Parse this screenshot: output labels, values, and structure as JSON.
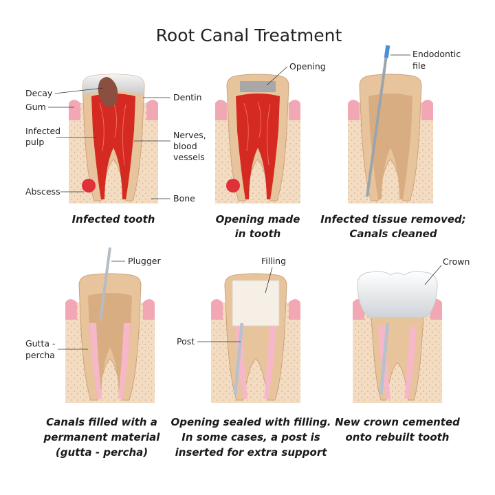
{
  "title": "Root Canal Treatment",
  "labels": {
    "decay": "Decay",
    "gum": "Gum",
    "infected_pulp": [
      "Infected",
      "pulp"
    ],
    "abscess": "Abscess",
    "dentin": "Dentin",
    "nerves": [
      "Nerves,",
      "blood",
      "vessels"
    ],
    "bone": "Bone",
    "opening": "Opening",
    "endodontic_file": [
      "Endodontic",
      "file"
    ],
    "plugger": "Plugger",
    "gutta_percha": [
      "Gutta -",
      "percha"
    ],
    "filling": "Filling",
    "post": "Post",
    "crown": "Crown"
  },
  "steps": [
    {
      "caption": [
        "Infected tooth"
      ]
    },
    {
      "caption": [
        "Opening made",
        "in tooth"
      ]
    },
    {
      "caption": [
        "Infected tissue removed;",
        "Canals cleaned"
      ]
    },
    {
      "caption": [
        "Canals filled with a",
        "permanent material",
        "(gutta - percha)"
      ]
    },
    {
      "caption": [
        "Opening sealed with filling.",
        "In some cases, a post is",
        "inserted for extra support"
      ]
    },
    {
      "caption": [
        "New crown cemented",
        "onto rebuilt tooth"
      ]
    }
  ],
  "colors": {
    "infected": "#d42a22",
    "dentin": "#e8c49c",
    "bone": "#f3dcc2",
    "gum": "#f2a8b4",
    "enamel": "#dcdcdc",
    "gutta_percha": "#f6b8c8",
    "filling": "#f5efe6",
    "post": "#b9c2cc",
    "file_handle": "#4a90d9"
  }
}
